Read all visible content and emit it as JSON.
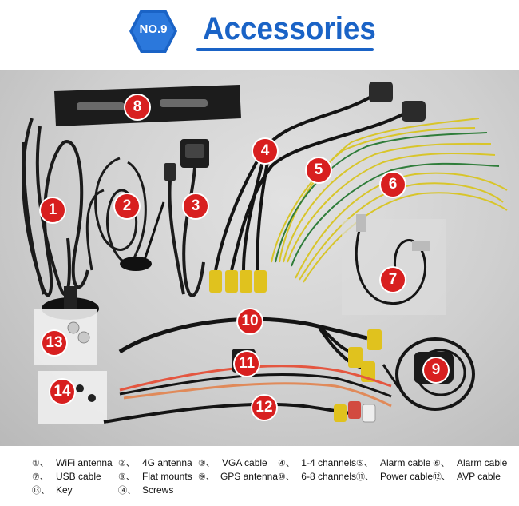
{
  "header": {
    "badge": "NO.9",
    "title": "Accessories",
    "accent_color": "#1a63c6"
  },
  "markers": [
    {
      "label": "1"
    },
    {
      "label": "2"
    },
    {
      "label": "3"
    },
    {
      "label": "4"
    },
    {
      "label": "5"
    },
    {
      "label": "6"
    },
    {
      "label": "7"
    },
    {
      "label": "8"
    },
    {
      "label": "9"
    },
    {
      "label": "10"
    },
    {
      "label": "11"
    },
    {
      "label": "12"
    },
    {
      "label": "13"
    },
    {
      "label": "14"
    }
  ],
  "legend": [
    {
      "num": "①、",
      "text": "WiFi antenna"
    },
    {
      "num": "②、",
      "text": "4G antenna"
    },
    {
      "num": "③、",
      "text": "VGA cable"
    },
    {
      "num": "④、",
      "text": "1-4 channels"
    },
    {
      "num": "⑤、",
      "text": "Alarm cable"
    },
    {
      "num": "⑥、",
      "text": "Alarm cable"
    },
    {
      "num": "⑦、",
      "text": "USB cable"
    },
    {
      "num": "⑧、",
      "text": "Flat mounts"
    },
    {
      "num": "⑨、",
      "text": "GPS  antenna"
    },
    {
      "num": "⑩、",
      "text": "6-8 channels"
    },
    {
      "num": "⑪、",
      "text": "Power cable"
    },
    {
      "num": "⑫、",
      "text": "AVP cable"
    },
    {
      "num": "⑬、",
      "text": "Key"
    },
    {
      "num": "⑭、",
      "text": "Screws"
    }
  ]
}
